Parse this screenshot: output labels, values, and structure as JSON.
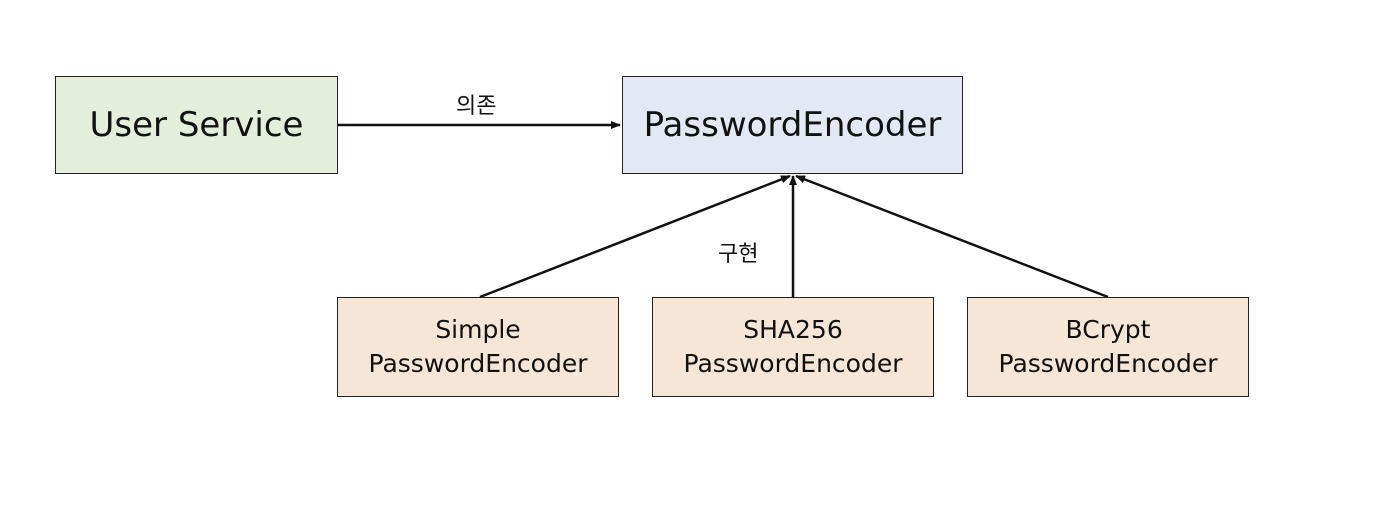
{
  "colors": {
    "client_fill": "#e3eedb",
    "interface_fill": "#e2e9f5",
    "impl_fill": "#f6e6d8",
    "stroke": "#222222"
  },
  "nodes": {
    "user_service": {
      "label": "User Service"
    },
    "password_encoder": {
      "label": "PasswordEncoder"
    },
    "simple": {
      "line1": "Simple",
      "line2": "PasswordEncoder"
    },
    "sha256": {
      "line1": "SHA256",
      "line2": "PasswordEncoder"
    },
    "bcrypt": {
      "line1": "BCrypt",
      "line2": "PasswordEncoder"
    }
  },
  "edges": {
    "depend_label": "의존",
    "implement_label": "구현"
  }
}
